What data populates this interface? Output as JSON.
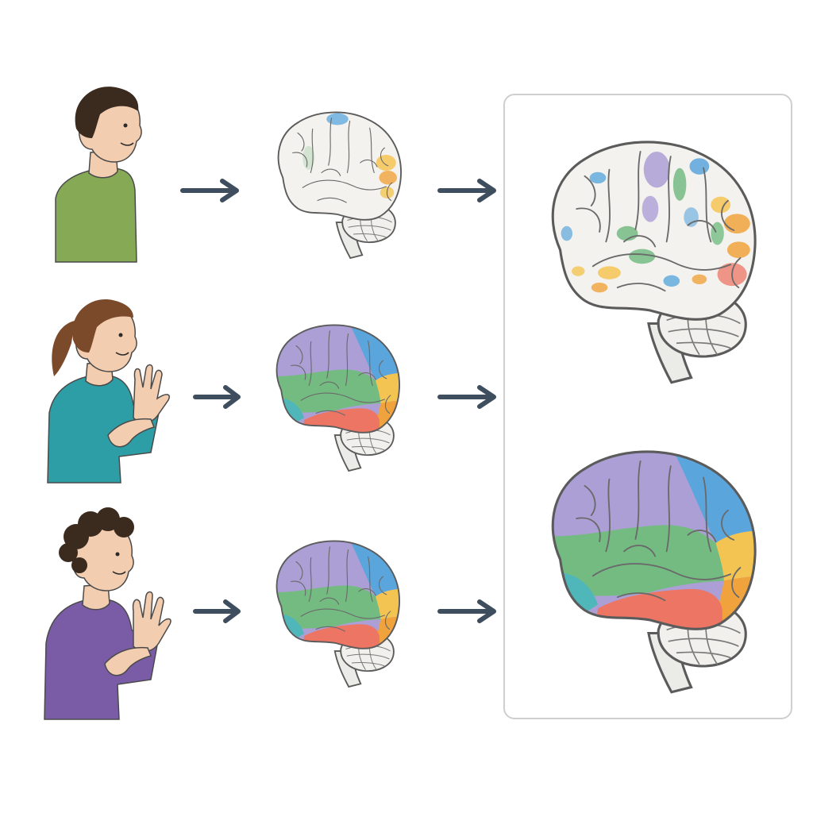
{
  "colors": {
    "purple": "#ab9fd6",
    "blue": "#5aa6dc",
    "green": "#74bb82",
    "teal": "#4fb7b9",
    "yellow": "#f4c453",
    "orange": "#f0a33c",
    "coral": "#ec7564",
    "brain_base": "#f4f2ee",
    "outline": "#5b5b5b",
    "arrow": "#3e4e5e",
    "skin": "#f3cdb0",
    "hair": "#3b2a1e",
    "shirt_green": "#86a955",
    "shirt_teal": "#2e9ea6",
    "shirt_purple": "#7a5ba6"
  },
  "rows": [
    {
      "person": "non-signing-person",
      "activation": "sparse"
    },
    {
      "person": "signing-person-ponytail",
      "activation": "dense"
    },
    {
      "person": "signing-person-curly",
      "activation": "dense"
    }
  ],
  "panel": {
    "top_brain": "sparse-activation-map",
    "bottom_brain": "full-region-map"
  }
}
